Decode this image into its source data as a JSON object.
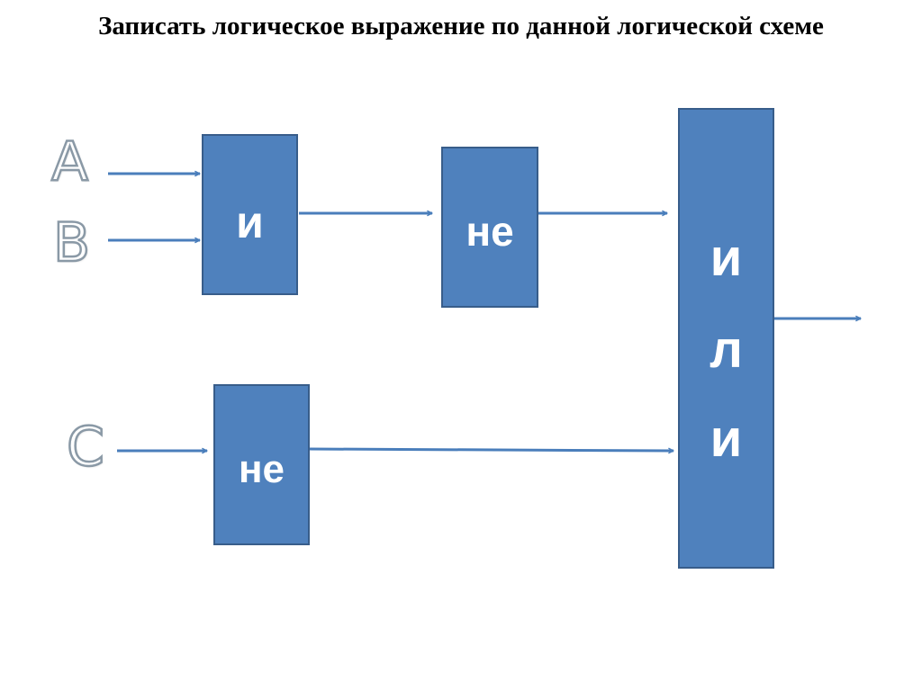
{
  "title": "Записать логическое выражение по данной логической схеме",
  "inputs": {
    "a": "А",
    "b": "В",
    "c": "С"
  },
  "gates": {
    "and1": "и",
    "not1": "не",
    "not2": "не",
    "or": [
      "и",
      "л",
      "и"
    ]
  },
  "colors": {
    "gate_fill": "#4f81bd",
    "gate_border": "#385d8a",
    "wire": "#4a7ebb"
  }
}
